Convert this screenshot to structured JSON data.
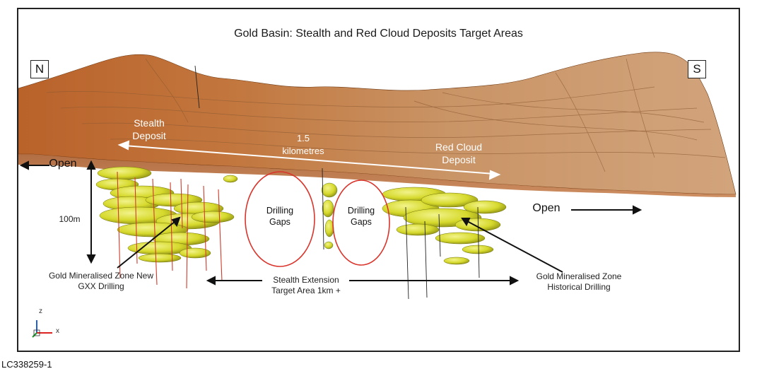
{
  "figure": {
    "title": "Gold Basin:  Stealth and Red Cloud Deposits Target Areas",
    "compass": {
      "north": "N",
      "south": "S"
    },
    "labels": {
      "stealth_deposit": "Stealth Deposit",
      "distance": "1.5 kilometres",
      "red_cloud_deposit": "Red Cloud Deposit",
      "open_left": "Open",
      "open_right": "Open",
      "depth": "100m",
      "drilling_gaps_1": "Drilling Gaps",
      "drilling_gaps_2": "Drilling Gaps",
      "new_drilling": "Gold Mineralised Zone New GXX Drilling",
      "stealth_extension": "Stealth Extension Target Area 1km +",
      "historical_drilling": "Gold Mineralised Zone Historical Drilling"
    },
    "axes": {
      "z": "z",
      "x": "x"
    },
    "caption": "LC338259-1"
  },
  "colors": {
    "terrain_dark": "#b35a1f",
    "terrain_mid": "#c98a55",
    "terrain_light": "#dcae84",
    "ore": "#d8dc2a",
    "drill_red": "#d23a2a",
    "circle_red": "#d9342b"
  }
}
